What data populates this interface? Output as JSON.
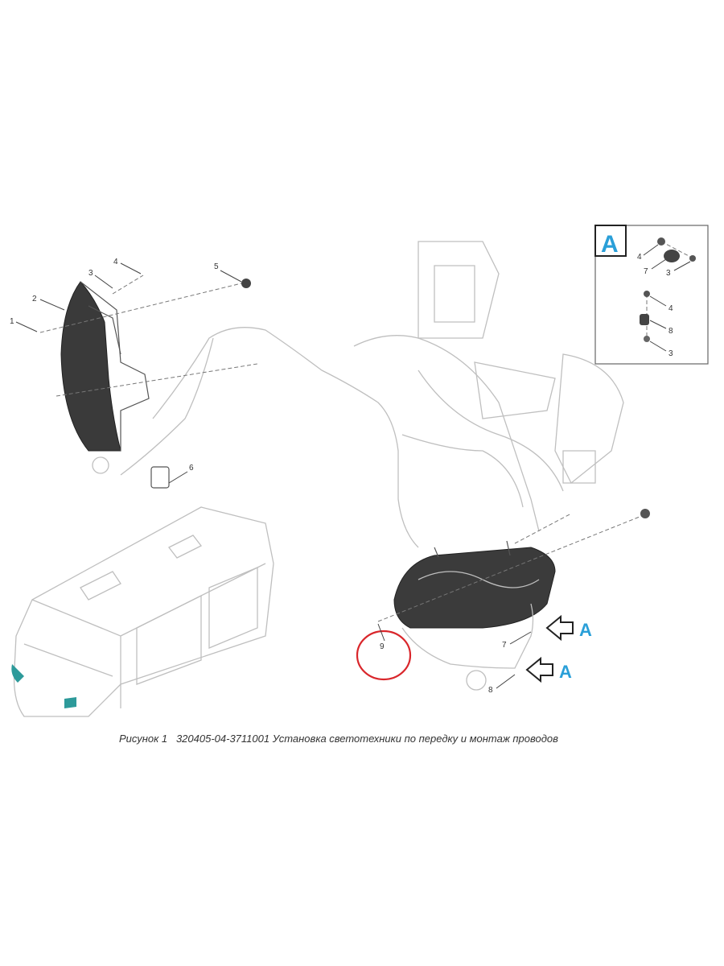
{
  "callouts": {
    "left": [
      "1",
      "2",
      "3",
      "4",
      "5",
      "6"
    ],
    "right": [
      "7",
      "8",
      "9"
    ],
    "inset": [
      "4",
      "7",
      "3",
      "4",
      "8",
      "3"
    ]
  },
  "inset_label": "A",
  "arrow_labels": [
    "A",
    "A"
  ],
  "caption": "Рисунок 1   320405-04-3711001 Установка светотехники по передку и монтаж проводов",
  "colors": {
    "accent": "#2a9fd8",
    "highlight_circle": "#d9262b",
    "headlight_tint": "#2d9a9a"
  }
}
